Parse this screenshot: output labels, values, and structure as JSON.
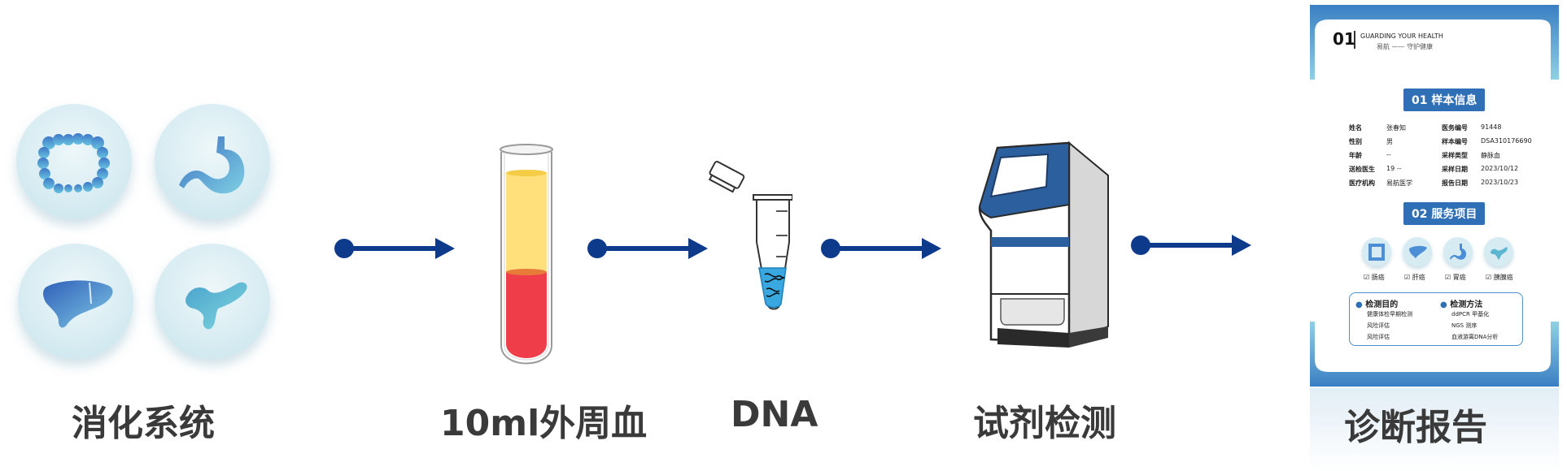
{
  "stages": [
    {
      "label": "消化系统"
    },
    {
      "label": "10ml外周血"
    },
    {
      "label": "DNA"
    },
    {
      "label": "试剂检测"
    },
    {
      "label": "诊断报告"
    }
  ],
  "colors": {
    "arrow": "#0e3a8c",
    "blood": "#ef3e4a",
    "plasma": "#ffe07a",
    "machine_blue": "#2c5f9e",
    "label": "#3a3a3a",
    "report_header": "#3a7fc3"
  },
  "report": {
    "page_number": "01",
    "header_en": "GUARDING YOUR HEALTH",
    "header_cn": "易航 —— 守护健康",
    "section1_title": "01 样本信息",
    "info_rows": [
      {
        "k1": "姓名",
        "v1": "张春知",
        "k2": "医务编号",
        "v2": "91448"
      },
      {
        "k1": "性别",
        "v1": "男",
        "k2": "样本编号",
        "v2": "DSA310176690"
      },
      {
        "k1": "年龄",
        "v1": "--",
        "k2": "采样类型",
        "v2": "静脉血"
      },
      {
        "k1": "送检医生",
        "v1": "19 --",
        "k2": "采样日期",
        "v2": "2023/10/12"
      },
      {
        "k1": "医疗机构",
        "v1": "易航医学",
        "k2": "报告日期",
        "v2": "2023/10/23"
      }
    ],
    "section2_title": "02 服务项目",
    "services": [
      "肠癌",
      "肝癌",
      "胃癌",
      "胰腺癌"
    ],
    "purpose_title": "检测目的",
    "purpose_items": [
      "健康体检早期检测",
      "风险评估",
      "风险评估"
    ],
    "method_title": "检测方法",
    "method_items": [
      "ddPCR 甲基化",
      "NGS 测序",
      "血液游离DNA分析"
    ]
  }
}
